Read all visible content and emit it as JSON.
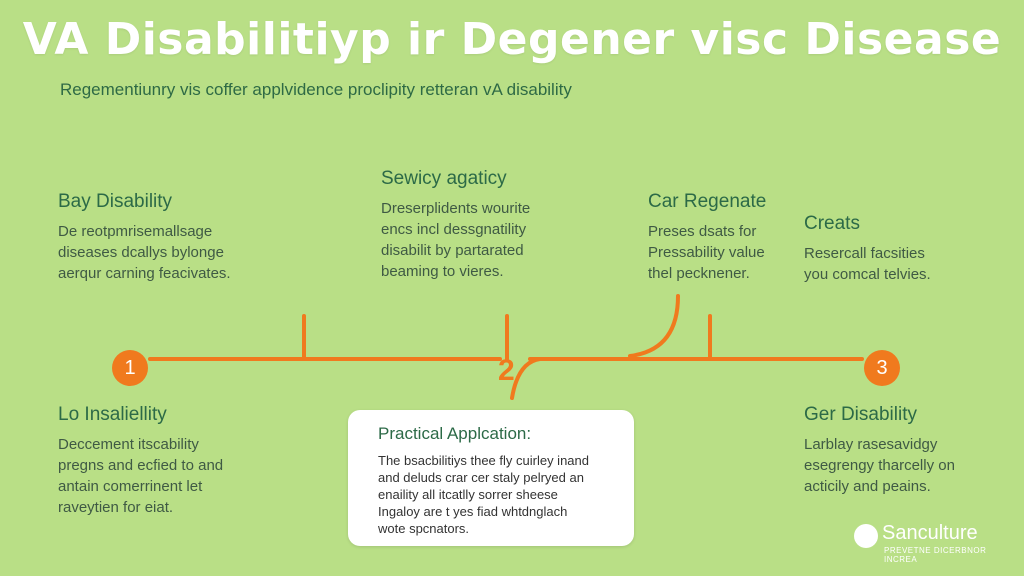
{
  "title": "VA Disabilitiyp ir Degener visc Disease",
  "subtitle": "Regementiunry vis coffer applvidence proclipity retteran vA disability",
  "stages": {
    "top_left": {
      "heading": "Bay Disability",
      "lines": [
        "De reotpmrisemallsage",
        "diseases dcallys bylonge",
        "aerqur carning feacivates."
      ]
    },
    "top_center": {
      "heading": "Sewicy agaticy",
      "lines": [
        "Dreserplidents wourite",
        "encs incl dessgnatility",
        "disabilit by partarated",
        "beaming to vieres."
      ]
    },
    "top_right": {
      "heading": "Car Regenate",
      "lines": [
        "Preses dsats for",
        "Pressability value",
        "thel pecknener."
      ]
    },
    "far_right": {
      "heading": "Creats",
      "lines": [
        "Resercall facsities",
        "you comcal telvies."
      ]
    },
    "bottom_left": {
      "heading": "Lo Insaliellity",
      "lines": [
        "Deccement itscability",
        "pregns and ecfied to and",
        "antain comerrinent let",
        "raveytien for eiat."
      ]
    },
    "bottom_right": {
      "heading": "Ger Disability",
      "lines": [
        "Larblay rasesavidgy",
        "esegrengy tharcelly on",
        "acticily and peains."
      ]
    }
  },
  "nodes": {
    "start": "1",
    "middle": "2",
    "end": "3"
  },
  "callout": {
    "heading": "Practical Applcation:",
    "lines": [
      "The bsacbilitiys thee fly cuirley inand",
      "and deluds crar cer staly pelryed an",
      "enaility all itcatlly sorrer sheese",
      "Ingaloy are t yes fiad whtdnglach",
      "wote spcnators."
    ]
  },
  "logo": {
    "name": "Sanculture",
    "tagline": "PREVETNE DICERBNOR INCREA"
  },
  "colors": {
    "background": "#b9df86",
    "accent": "#f07a1e",
    "heading": "#2c6a47",
    "title": "#ffffff"
  }
}
